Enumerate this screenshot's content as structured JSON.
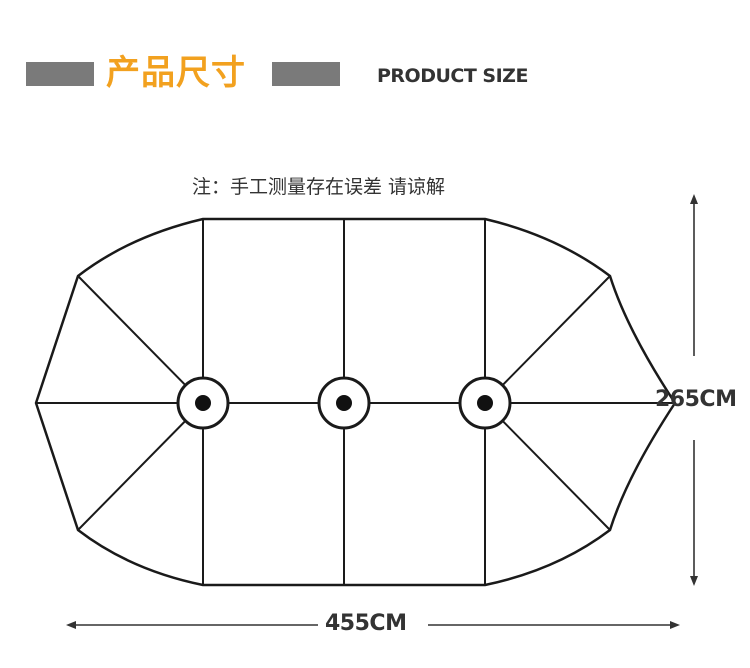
{
  "header": {
    "title_cn": "产品尺寸",
    "title_en": "PRODUCT SIZE"
  },
  "note": "注：手工测量存在误差 请谅解",
  "dimensions": {
    "height_label": "265CM",
    "width_label": "455CM"
  },
  "colors": {
    "accent": "#f2a11f",
    "bar_gray": "#7a7a7a",
    "text_dark": "#333333",
    "line": "#1a1a1a"
  }
}
